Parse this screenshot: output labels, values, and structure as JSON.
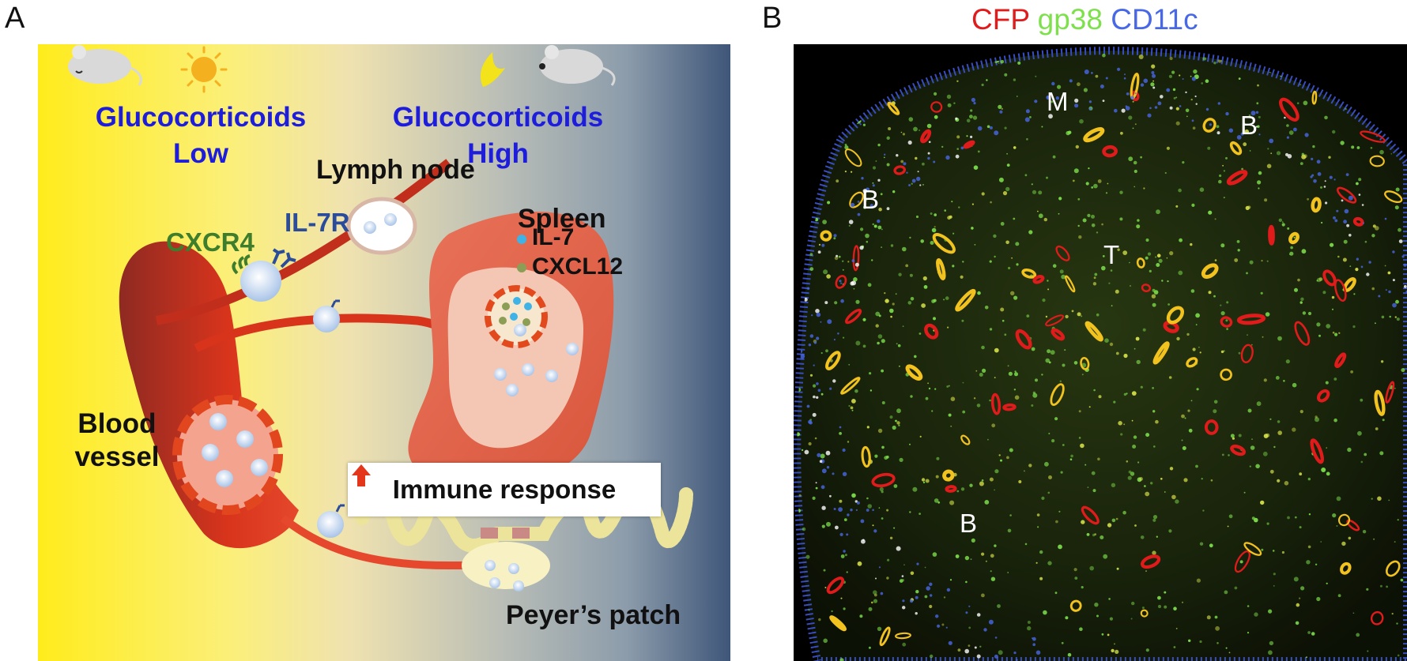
{
  "panel_a": {
    "letter": "A",
    "gc_low": {
      "line1": "Glucocorticoids",
      "line2": "Low"
    },
    "gc_high": {
      "line1": "Glucocorticoids",
      "line2": "High"
    },
    "lymph_node": "Lymph node",
    "spleen": "Spleen",
    "il7": "IL-7",
    "cxcl12": "CXCL12",
    "cxcr4": "CXCR4",
    "il7r": "IL-7R",
    "blood_vessel": {
      "line1": "Blood",
      "line2": "vessel"
    },
    "immune_response": "Immune response",
    "peyers_patch": "Peyer’s patch",
    "colors": {
      "glucocorticoid_text": "#1d1ddb",
      "cxcr4_text": "#3e7d2b",
      "il7r_text": "#2a4c9a",
      "il7_dot": "#3fb3e6",
      "cxcl12_dot": "#8c9e55",
      "vessel": "#d9341c",
      "arrow": "#e3361a"
    }
  },
  "panel_b": {
    "letter": "B",
    "title": {
      "cfp": "CFP",
      "gp38": "gp38",
      "cd11c": "CD11c"
    },
    "colors": {
      "cfp": "#e01b1b",
      "gp38": "#7ee04c",
      "cd11c": "#4868e6"
    },
    "region_labels": {
      "m": "M",
      "b_top": "B",
      "b_left": "B",
      "t": "T",
      "b_bottom": "B"
    }
  }
}
